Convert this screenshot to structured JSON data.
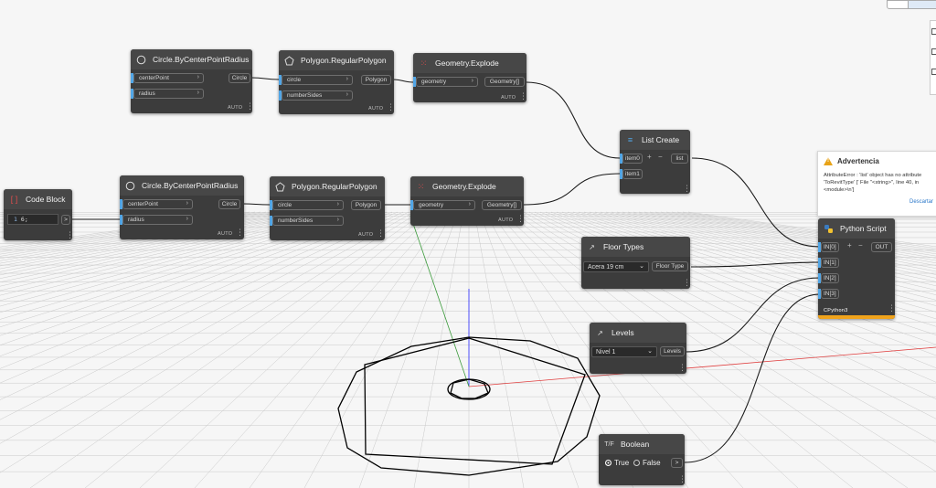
{
  "nodes": {
    "circle1": {
      "title": "Circle.ByCenterPointRadius",
      "in1": "centerPoint",
      "in2": "radius",
      "out": "Circle",
      "lacing": "AUTO"
    },
    "polygon1": {
      "title": "Polygon.RegularPolygon",
      "in1": "circle",
      "in2": "numberSides",
      "out": "Polygon",
      "lacing": "AUTO"
    },
    "explode1": {
      "title": "Geometry.Explode",
      "in1": "geometry",
      "out": "Geometry[]",
      "lacing": "AUTO"
    },
    "circle2": {
      "title": "Circle.ByCenterPointRadius",
      "in1": "centerPoint",
      "in2": "radius",
      "out": "Circle",
      "lacing": "AUTO"
    },
    "polygon2": {
      "title": "Polygon.RegularPolygon",
      "in1": "circle",
      "in2": "numberSides",
      "out": "Polygon",
      "lacing": "AUTO"
    },
    "explode2": {
      "title": "Geometry.Explode",
      "in1": "geometry",
      "out": "Geometry[]",
      "lacing": "AUTO"
    },
    "codeblock": {
      "title": "Code Block",
      "line_no": "1",
      "code": "6;",
      "out": ">"
    },
    "listcreate": {
      "title": "List Create",
      "in1": "item0",
      "in2": "item1",
      "plus": "+",
      "minus": "−",
      "out": "list"
    },
    "floortypes": {
      "title": "Floor Types",
      "selected": "Acera 19 cm",
      "out": "Floor Type"
    },
    "levels": {
      "title": "Levels",
      "selected": "Nivel 1",
      "out": "Levels"
    },
    "boolean": {
      "title": "Boolean",
      "true_label": "True",
      "false_label": "False",
      "out": ">"
    },
    "python": {
      "title": "Python Script",
      "in0": "IN[0]",
      "in1": "IN[1]",
      "in2": "IN[2]",
      "in3": "IN[3]",
      "plus": "+",
      "minus": "−",
      "out": "OUT",
      "engine": "CPython3"
    }
  },
  "warning": {
    "title": "Advertencia",
    "message": "AttributeError : 'list' object has no attribute 'ToRevitType' [' File \"<string>\", line 40, in <module>\\n']",
    "dismiss": "Descartar"
  },
  "colors": {
    "node_body": "#3c3c3c",
    "node_header": "#474747",
    "input_port": "#52a6e6",
    "warning_bar": "#f0a31b",
    "warning_icon": "#e8a317"
  }
}
